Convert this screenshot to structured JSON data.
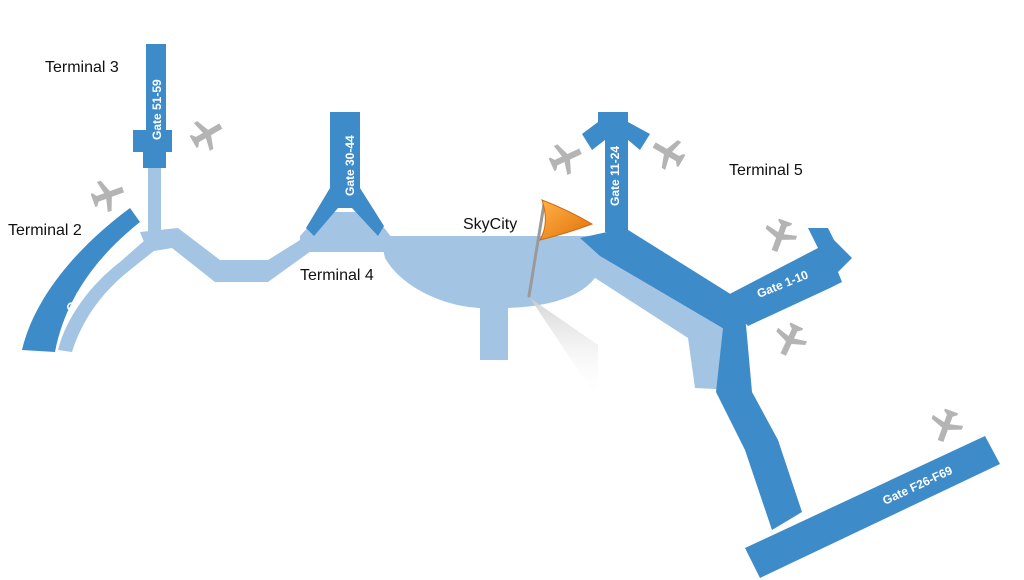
{
  "colors": {
    "pier_dark": "#3d8bc9",
    "pier_light": "#a4c4e4",
    "plane": "#b4b4b4",
    "flag": "#f08a1c",
    "text": "#111111"
  },
  "terminals": {
    "t2": "Terminal 2",
    "t3": "Terminal 3",
    "t4": "Terminal 4",
    "t5": "Terminal 5",
    "skycity": "SkyCity"
  },
  "gates": {
    "g61_72": "Gate 61-72",
    "g51_59": "Gate 51-59",
    "g30_44": "Gate 30-44",
    "g11_24": "Gate 11-24",
    "g1_10": "Gate 1-10",
    "gF26_F69": "Gate F26-F69"
  },
  "icons": {
    "plane": "airplane-icon",
    "flag": "location-flag-icon"
  }
}
